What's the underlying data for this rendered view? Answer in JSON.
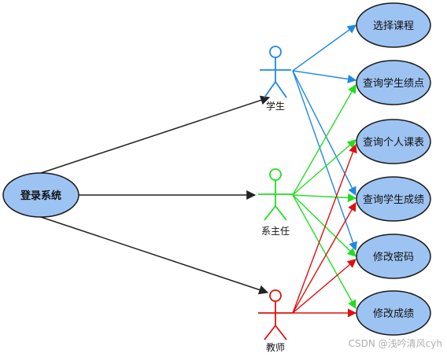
{
  "system": {
    "label": "登录系统"
  },
  "actors": [
    {
      "id": "student",
      "label": "学生",
      "color": "#1e88e5"
    },
    {
      "id": "director",
      "label": "系主任",
      "color": "#22dd22"
    },
    {
      "id": "teacher",
      "label": "教师",
      "color": "#e01010"
    }
  ],
  "usecases": [
    {
      "id": "select-course",
      "label": "选择课程"
    },
    {
      "id": "query-gpa",
      "label": "查询学生绩点"
    },
    {
      "id": "query-schedule",
      "label": "查询个人课表"
    },
    {
      "id": "query-grades",
      "label": "查询学生成绩"
    },
    {
      "id": "change-password",
      "label": "修改密码"
    },
    {
      "id": "modify-grades",
      "label": "修改成绩"
    }
  ],
  "associations": {
    "student": [
      "select-course",
      "query-gpa",
      "query-grades",
      "change-password"
    ],
    "director": [
      "query-gpa",
      "query-schedule",
      "query-grades",
      "change-password",
      "modify-grades"
    ],
    "teacher": [
      "query-schedule",
      "query-grades",
      "change-password",
      "modify-grades"
    ]
  },
  "colors": {
    "ellipse_fill": "#9dc3f2",
    "ellipse_stroke": "#1a1a1a",
    "system_arrow": "#222222"
  },
  "watermark": "CSDN @浅吟清风cyh"
}
